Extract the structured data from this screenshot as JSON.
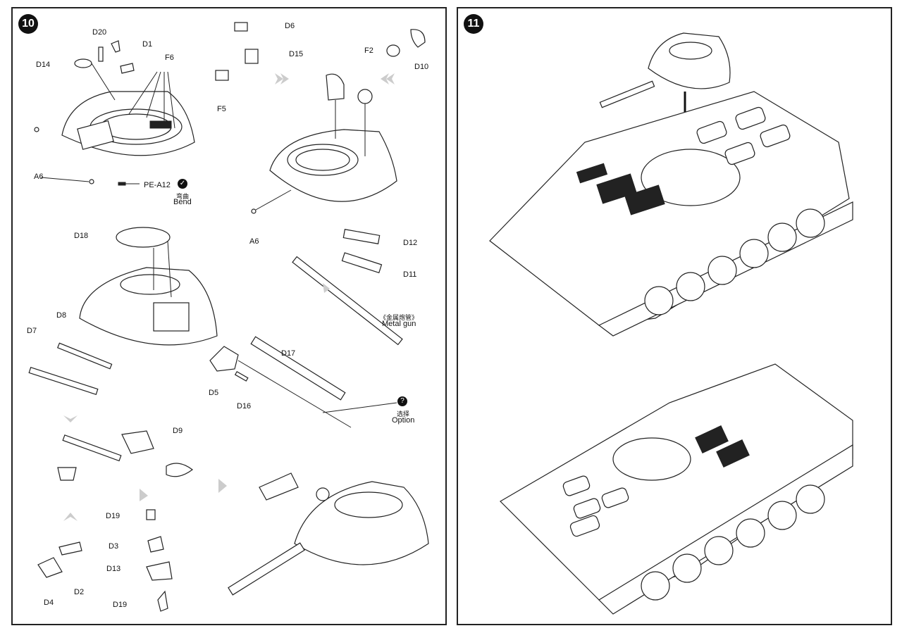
{
  "steps": {
    "left": "10",
    "right": "11"
  },
  "labels": {
    "D20": "D20",
    "D1": "D1",
    "D14": "D14",
    "F6": "F6",
    "A6": "A6",
    "PE_A12": "PE-A12",
    "bend_cn": "弯曲",
    "bend_en": "Bend",
    "D6": "D6",
    "D15": "D15",
    "F5": "F5",
    "F2": "F2",
    "D10": "D10",
    "D18": "D18",
    "D12": "D12",
    "D11": "D11",
    "metal_cn": "《金属炮管》",
    "metal_en": "Metal gun",
    "D7": "D7",
    "D8": "D8",
    "D17": "D17",
    "D5": "D5",
    "D16": "D16",
    "option_cn": "选择",
    "option_en": "Option",
    "D9": "D9",
    "D19": "D19",
    "D3": "D3",
    "D13": "D13",
    "D4": "D4",
    "D2": "D2"
  },
  "icons": {
    "bend": "check-circle-icon",
    "option": "question-circle-icon"
  }
}
